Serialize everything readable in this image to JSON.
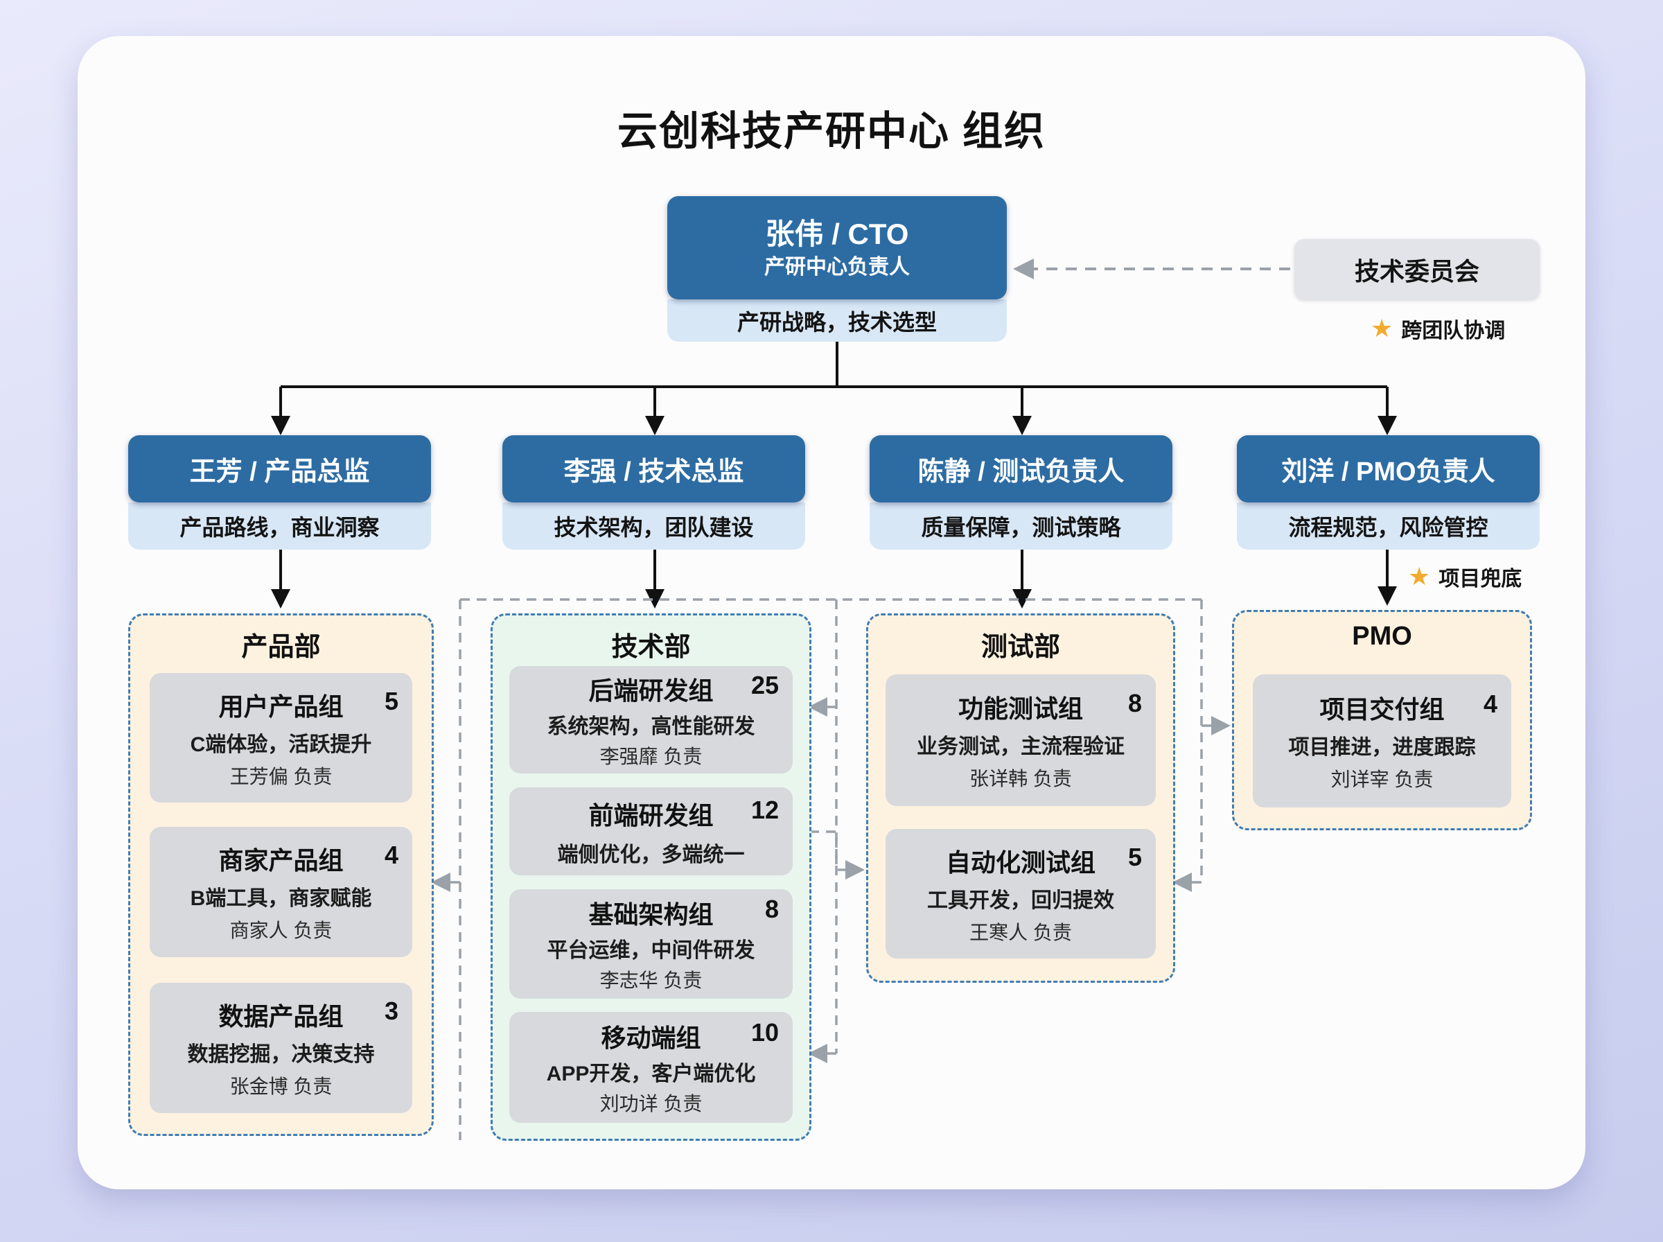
{
  "title": "云创科技产研中心 组织",
  "cto": {
    "name": "张伟 / CTO",
    "role": "产研中心负责人",
    "focus": "产研战略，技术选型"
  },
  "committee": {
    "label": "技术委员会",
    "star_icon": "★",
    "note": "跨团队协调"
  },
  "directors": [
    {
      "name": "王芳 / 产品总监",
      "focus": "产品路线，商业洞察"
    },
    {
      "name": "李强 / 技术总监",
      "focus": "技术架构，团队建设"
    },
    {
      "name": "陈静 / 测试负责人",
      "focus": "质量保障，测试策略"
    },
    {
      "name": "刘洋 / PMO负责人",
      "focus": "流程规范，风险管控",
      "star_icon": "★",
      "note": "项目兜底"
    }
  ],
  "departments": [
    {
      "name": "产品部",
      "groups": [
        {
          "title": "用户产品组",
          "count": "5",
          "desc": "C端体验，活跃提升",
          "leader": "王芳偏 负责"
        },
        {
          "title": "商家产品组",
          "count": "4",
          "desc": "B端工具，商家赋能",
          "leader": "商家人 负责"
        },
        {
          "title": "数据产品组",
          "count": "3",
          "desc": "数据挖掘，决策支持",
          "leader": "张金博 负责"
        }
      ]
    },
    {
      "name": "技术部",
      "groups": [
        {
          "title": "后端研发组",
          "count": "25",
          "desc": "系统架构，高性能研发",
          "leader": "李强靡 负责"
        },
        {
          "title": "前端研发组",
          "count": "12",
          "desc": "端侧优化，多端统一",
          "leader": ""
        },
        {
          "title": "基础架构组",
          "count": "8",
          "desc": "平台运维，中间件研发",
          "leader": "李志华 负责"
        },
        {
          "title": "移动端组",
          "count": "10",
          "desc": "APP开发，客户端优化",
          "leader": "刘功详 负责"
        }
      ]
    },
    {
      "name": "测试部",
      "groups": [
        {
          "title": "功能测试组",
          "count": "8",
          "desc": "业务测试，主流程验证",
          "leader": "张详韩 负责"
        },
        {
          "title": "自动化测试组",
          "count": "5",
          "desc": "工具开发，回归提效",
          "leader": "王寒人 负责"
        }
      ]
    },
    {
      "name": "PMO",
      "groups": [
        {
          "title": "项目交付组",
          "count": "4",
          "desc": "项目推进，进度跟踪",
          "leader": "刘详宰 负责"
        }
      ]
    }
  ],
  "colors": {
    "node_blue": "#2d6ca3",
    "node_sub_blue": "#d8e7f6",
    "dept_cream": "#fdf2e0",
    "dept_mint": "#e9f6ee",
    "dept_border": "#3f7db3",
    "group_gray": "#d7d9dc",
    "committee_gray": "#e2e4e9",
    "star_gold": "#f3ab2d",
    "dashed_line_gray": "#9aa1a8",
    "line_black": "#111111"
  }
}
